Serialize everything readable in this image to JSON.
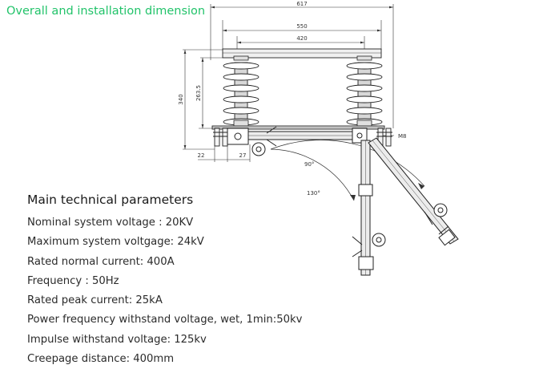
{
  "title": "Overall and installation dimension",
  "dimensions": {
    "overall_width": "617",
    "mount_span": "550",
    "insulator_span": "420",
    "overall_height": "340",
    "insulator_height": "263.5",
    "bracket_offset_22": "22",
    "bracket_offset_27": "27",
    "bolt": "M8",
    "angle_open": "90°",
    "angle_max": "130°"
  },
  "parameters": {
    "heading": "Main technical parameters",
    "items": [
      "Nominal system voltage : 20KV",
      "Maximum system voltgage: 24kV",
      "Rated normal current: 400A",
      "Frequency : 50Hz",
      "Rated peak current: 25kA",
      "Power frequency withstand voltage, wet, 1min:50kv",
      "Impulse withstand voltage: 125kv",
      "Creepage distance: 400mm"
    ]
  }
}
